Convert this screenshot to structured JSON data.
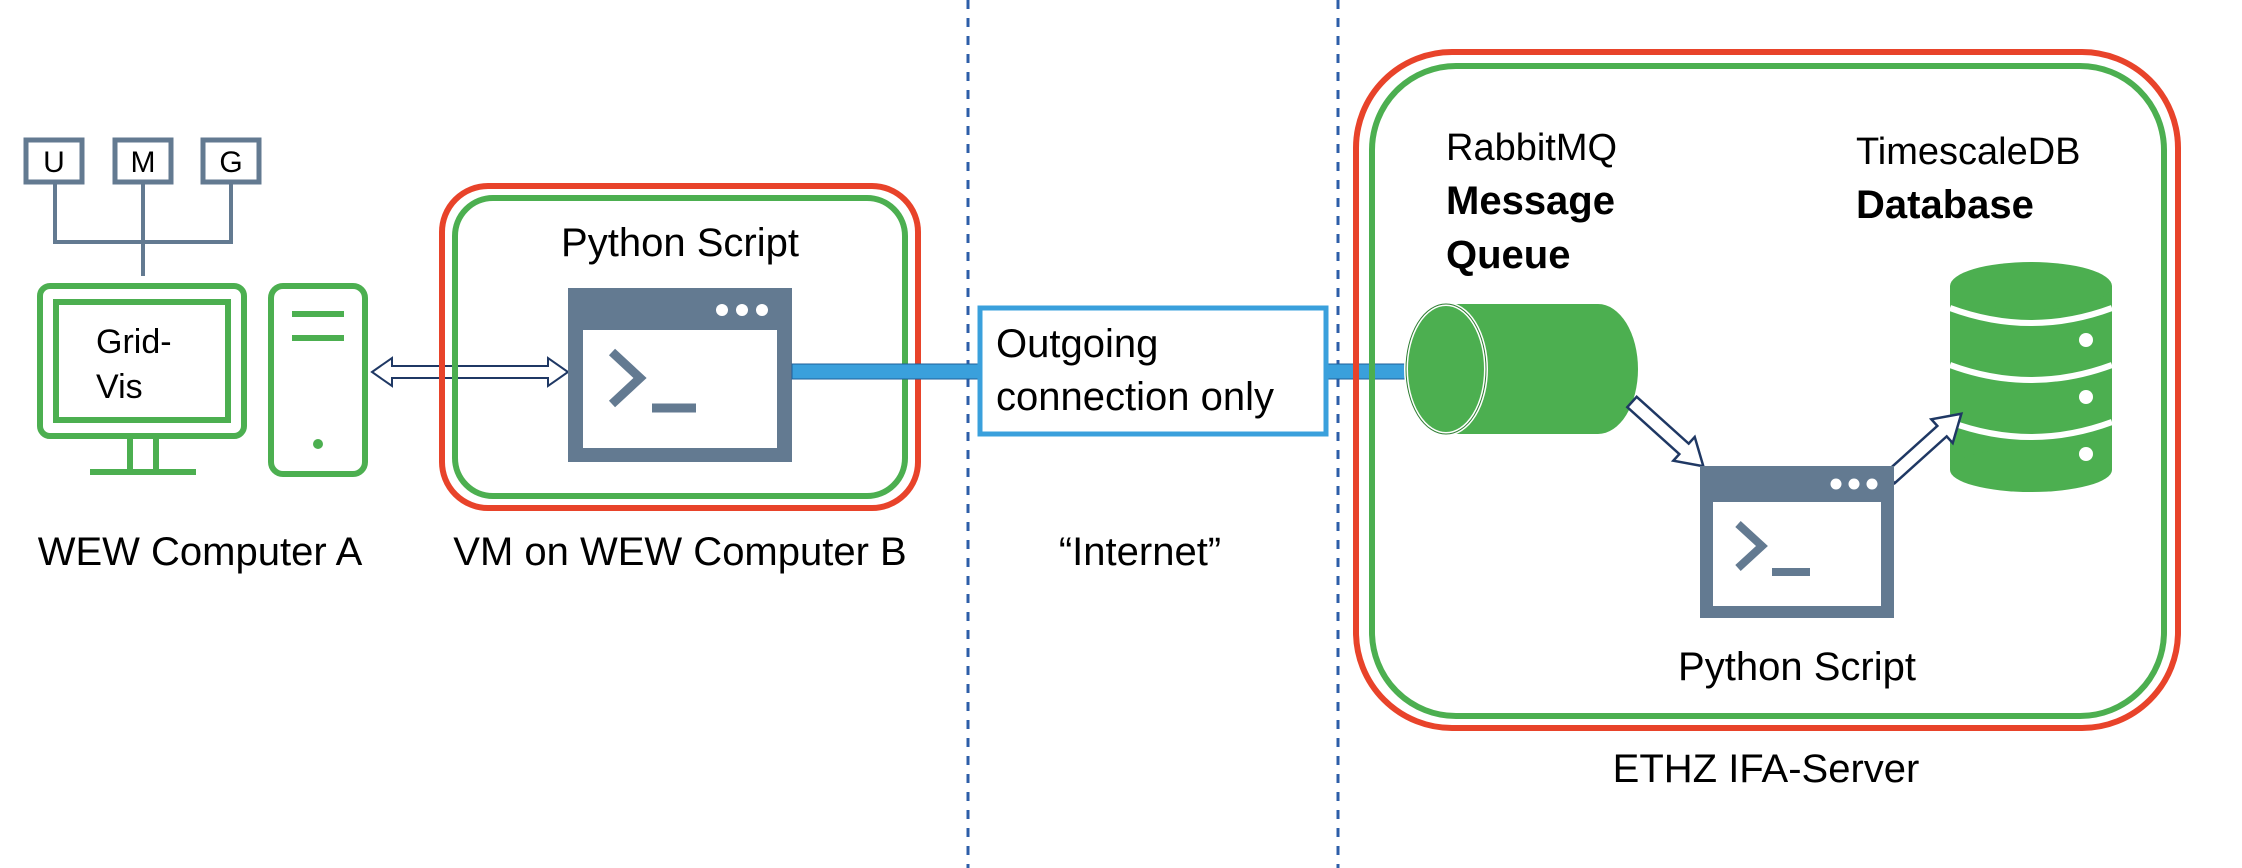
{
  "meters": [
    "U",
    "M",
    "G"
  ],
  "computer_a": {
    "screen_label_line1": "Grid-",
    "screen_label_line2": "Vis",
    "caption": "WEW Computer A"
  },
  "vm_box": {
    "script_title": "Python Script",
    "caption": "VM on WEW Computer B"
  },
  "connection": {
    "line1": "Outgoing",
    "line2": "connection only"
  },
  "internet_caption": "“Internet”",
  "server": {
    "rabbitmq_name": "RabbitMQ",
    "rabbitmq_role_line1": "Message",
    "rabbitmq_role_line2": "Queue",
    "timescale_name": "TimescaleDB",
    "timescale_role": "Database",
    "script_caption": "Python Script",
    "caption": "ETHZ IFA-Server"
  },
  "colors": {
    "green": "#4caf50",
    "red": "#e8432a",
    "slate": "#637a91",
    "light_blue": "#3aa0dc",
    "divider_blue": "#2d5ea8",
    "arrow_navy": "#1f3864"
  }
}
